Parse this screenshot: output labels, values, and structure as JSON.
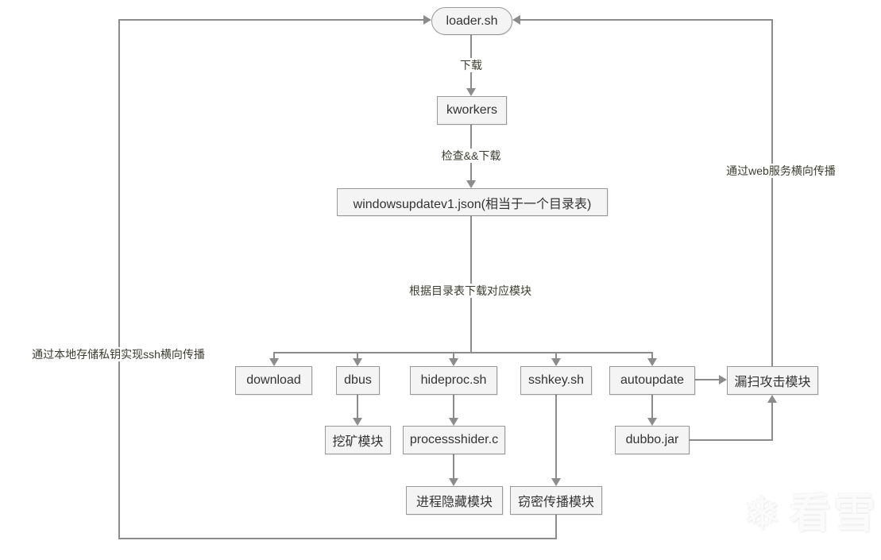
{
  "diagram": {
    "nodes": {
      "loader": "loader.sh",
      "kworkers": "kworkers",
      "windowsupdate": "windowsupdatev1.json(相当于一个目录表)",
      "download": "download",
      "dbus": "dbus",
      "hideproc": "hideproc.sh",
      "sshkey": "sshkey.sh",
      "autoupdate": "autoupdate",
      "vuln_scan_module": "漏扫攻击模块",
      "mining_module": "挖矿模块",
      "processhider": "processshider.c",
      "dubbo": "dubbo.jar",
      "process_hide_module": "进程隐藏模块",
      "steal_spread_module": "窃密传播模块"
    },
    "edge_labels": {
      "download": "下载",
      "check_and_download": "检查&&下载",
      "download_modules_by_catalog": "根据目录表下载对应模块",
      "ssh_lateral": "通过本地存储私钥实现ssh横向传播",
      "web_lateral": "通过web服务横向传播"
    },
    "edges": [
      {
        "from": "loader.sh",
        "to": "kworkers",
        "label": "下载"
      },
      {
        "from": "kworkers",
        "to": "windowsupdatev1.json(相当于一个目录表)",
        "label": "检查&&下载"
      },
      {
        "from": "windowsupdatev1.json(相当于一个目录表)",
        "to": "download",
        "label": "根据目录表下载对应模块"
      },
      {
        "from": "windowsupdatev1.json(相当于一个目录表)",
        "to": "dbus",
        "label": "根据目录表下载对应模块"
      },
      {
        "from": "windowsupdatev1.json(相当于一个目录表)",
        "to": "hideproc.sh",
        "label": "根据目录表下载对应模块"
      },
      {
        "from": "windowsupdatev1.json(相当于一个目录表)",
        "to": "sshkey.sh",
        "label": "根据目录表下载对应模块"
      },
      {
        "from": "windowsupdatev1.json(相当于一个目录表)",
        "to": "autoupdate",
        "label": "根据目录表下载对应模块"
      },
      {
        "from": "dbus",
        "to": "挖矿模块",
        "label": ""
      },
      {
        "from": "hideproc.sh",
        "to": "processshider.c",
        "label": ""
      },
      {
        "from": "processshider.c",
        "to": "进程隐藏模块",
        "label": ""
      },
      {
        "from": "sshkey.sh",
        "to": "窃密传播模块",
        "label": ""
      },
      {
        "from": "autoupdate",
        "to": "dubbo.jar",
        "label": ""
      },
      {
        "from": "autoupdate",
        "to": "漏扫攻击模块",
        "label": ""
      },
      {
        "from": "dubbo.jar",
        "to": "漏扫攻击模块",
        "label": ""
      },
      {
        "from": "漏扫攻击模块",
        "to": "loader.sh",
        "label": "通过web服务横向传播"
      },
      {
        "from": "窃密传播模块",
        "to": "loader.sh",
        "label": "通过本地存储私钥实现ssh横向传播"
      }
    ],
    "colors": {
      "node_fill": "#f4f4f4",
      "node_border": "#999999",
      "line": "#8c8c8c",
      "text": "#333333",
      "edge_label_text": "#3c3c30"
    }
  },
  "watermark": {
    "text": "看雪",
    "icon": "snowflake-icon"
  }
}
